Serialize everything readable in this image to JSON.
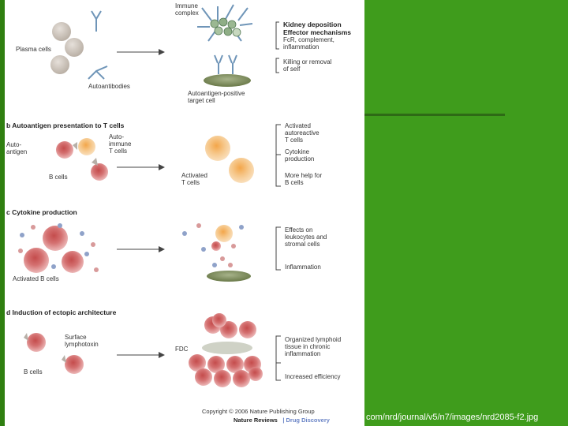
{
  "figure": {
    "panel_a": {
      "plasma_cells": "Plasma cells",
      "autoantibodies": "Autoantibodies",
      "immune_complex": [
        "Immune",
        "complex"
      ],
      "kidney": [
        "Kidney deposition",
        "Effector mechanisms",
        "FcR, complement,",
        "inflammation"
      ],
      "killing": [
        "Killing or removal",
        "of self"
      ],
      "target": [
        "Autoantigen-positive",
        "target cell"
      ]
    },
    "panel_b": {
      "title": "b  Autoantigen presentation to T cells",
      "autoantigen": [
        "Auto-",
        "antigen"
      ],
      "auto_t": [
        "Auto-",
        "immune",
        "T cells"
      ],
      "b_cells": "B cells",
      "activated_t": [
        "Activated",
        "T cells"
      ],
      "activated_auto": [
        "Activated",
        "autoreactive",
        "T cells"
      ],
      "cytokine_prod": [
        "Cytokine",
        "production"
      ],
      "more_help": [
        "More help for",
        "B cells"
      ]
    },
    "panel_c": {
      "title": "c  Cytokine production",
      "activated_b": "Activated B cells",
      "effects": [
        "Effects on",
        "leukocytes and",
        "stromal cells"
      ],
      "inflammation": "Inflammation"
    },
    "panel_d": {
      "title": "d  Induction of ectopic architecture",
      "surface_lt": [
        "Surface",
        "lymphotoxin"
      ],
      "b_cells": "B cells",
      "fdc": "FDC",
      "organized": [
        "Organized lymphoid",
        "tissue in chronic",
        "inflammation"
      ],
      "efficiency": "Increased efficiency"
    },
    "copyright": "Copyright © 2006 Nature Publishing Group",
    "brand_a": "Nature Reviews",
    "brand_b": "| Drug Discovery"
  },
  "url_caption": "com/nrd/journal/v5/n7/images/nrd2085-f2.jpg",
  "colors": {
    "background_green": "#3f9c1c",
    "grey_cell": "#c8bfb5",
    "antibody_blue": "#6f95b8",
    "b_cell_pink": "#e8a3a3",
    "b_cell_core": "#c95a5a",
    "t_cell_orange": "#f2c48a",
    "target_green": "#7f8f5a",
    "caption_text": "#ffffff"
  }
}
